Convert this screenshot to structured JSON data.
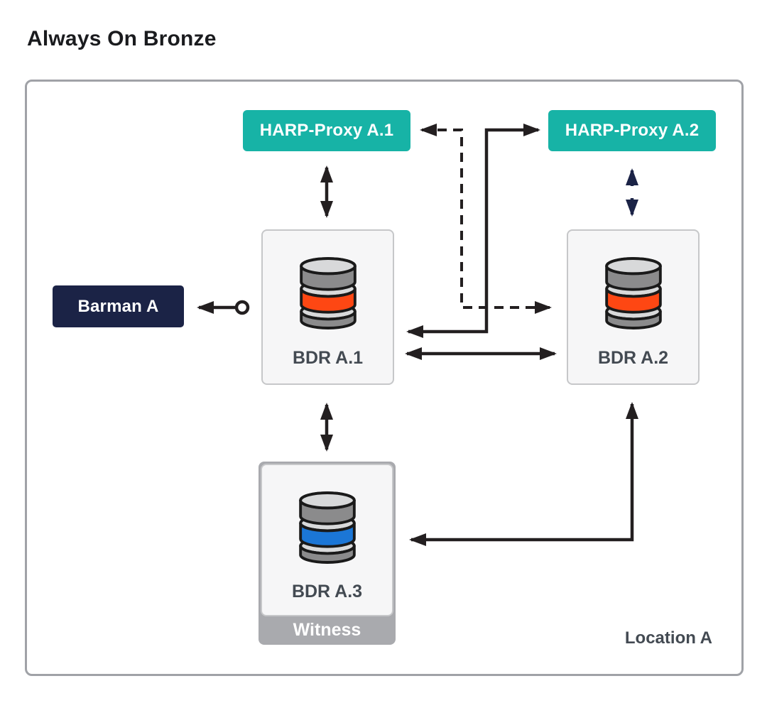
{
  "title": "Always On Bronze",
  "container": {
    "label": "Location A"
  },
  "nodes": {
    "harp_proxy_a1": {
      "label": "HARP-Proxy A.1"
    },
    "harp_proxy_a2": {
      "label": "HARP-Proxy A.2"
    },
    "barman_a": {
      "label": "Barman A"
    },
    "bdr_a1": {
      "label": "BDR A.1",
      "disk_accent": "#FE4713"
    },
    "bdr_a2": {
      "label": "BDR A.2",
      "disk_accent": "#FE4713"
    },
    "bdr_a3": {
      "label": "BDR A.3",
      "badge": "Witness",
      "disk_accent": "#1B76D6"
    }
  },
  "edges": [
    {
      "from": "HARP-Proxy A.1",
      "to": "BDR A.1",
      "style": "solid",
      "direction": "both",
      "color": "black"
    },
    {
      "from": "HARP-Proxy A.2",
      "to": "BDR A.2",
      "style": "solid-split",
      "direction": "both",
      "color": "navy"
    },
    {
      "from": "BDR A.1",
      "to": "HARP-Proxy A.2",
      "style": "solid-elbow",
      "direction": "both",
      "color": "black"
    },
    {
      "from": "HARP-Proxy A.1",
      "to": "BDR A.2",
      "style": "dashed-elbow",
      "direction": "both",
      "color": "black"
    },
    {
      "from": "BDR A.1",
      "to": "BDR A.2",
      "style": "solid",
      "direction": "both",
      "color": "black"
    },
    {
      "from": "BDR A.1",
      "to": "BDR A.3",
      "style": "solid",
      "direction": "both",
      "color": "black"
    },
    {
      "from": "BDR A.2",
      "to": "BDR A.3",
      "style": "solid-elbow",
      "direction": "both",
      "color": "black"
    },
    {
      "from": "BDR A.1",
      "to": "Barman A",
      "style": "solid-circle-origin",
      "direction": "to",
      "color": "black"
    }
  ],
  "colors": {
    "teal": "#17B3A6",
    "navy": "#1B2346",
    "orange": "#FE4713",
    "blue": "#1B76D6",
    "disk_gray": "#8B8B8C",
    "disk_light": "#D8D9DA",
    "outline": "#1A1A1A",
    "arrow": "#231F20",
    "witness_gray": "#A9AAAE",
    "card_bg": "#F6F6F7",
    "card_border": "#C6C7C9",
    "container_border": "#A0A2A7",
    "label_text": "#434A52",
    "title_text": "#1A1B1E"
  }
}
